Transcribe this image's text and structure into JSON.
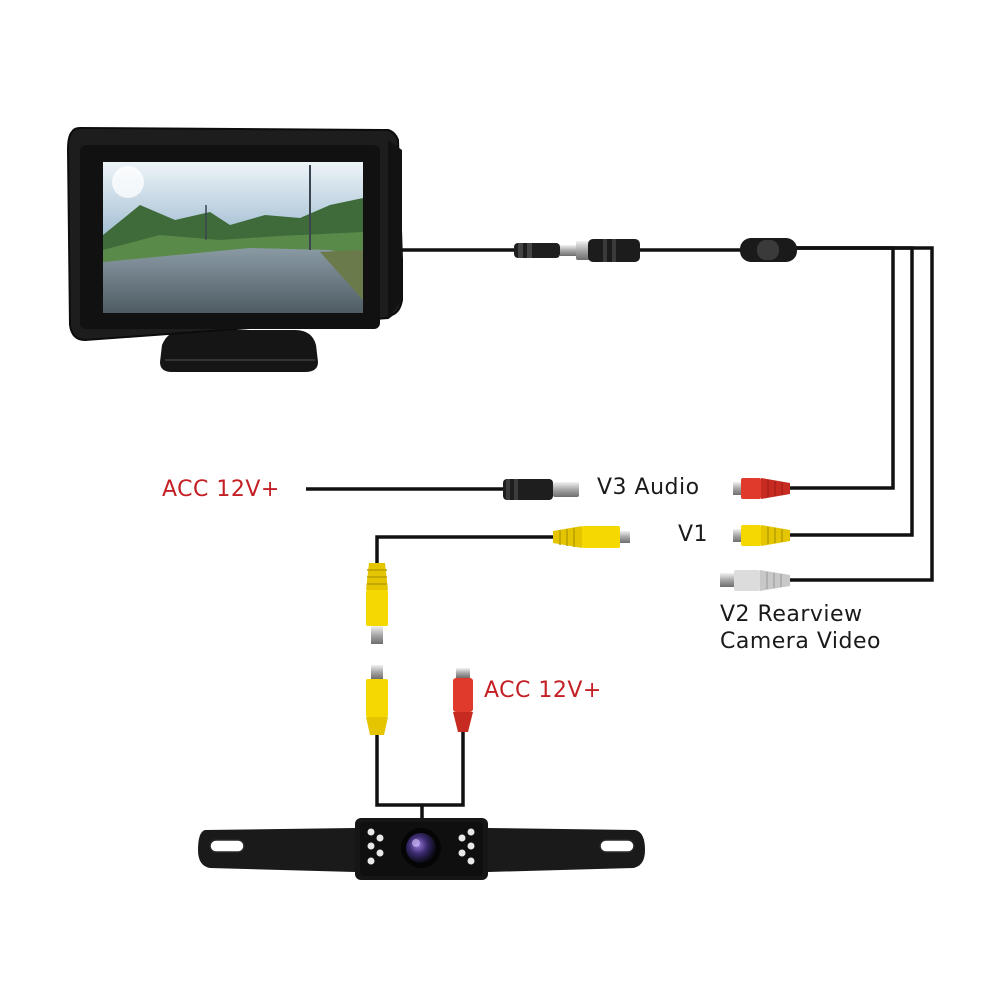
{
  "labels": {
    "acc_left": "ACC 12V+",
    "v3_audio": "V3 Audio",
    "v1": "V1",
    "v2_line1": "V2 Rearview",
    "v2_line2": "Camera Video",
    "acc_camera": "ACC 12V+"
  },
  "colors": {
    "label_red": "#c41f24",
    "label_dark": "#1a1a1a",
    "wire": "#111111",
    "rca_red": "#e03a2c",
    "rca_yellow": "#f5d800",
    "rca_white": "#dcdcdc",
    "monitor_body": "#1b1b1b",
    "camera_body": "#161616"
  },
  "icons": {
    "monitor": "monitor-icon",
    "camera": "license-plate-camera-icon",
    "dc_plug": "dc-power-plug-icon",
    "rca_plug": "rca-plug-icon"
  }
}
